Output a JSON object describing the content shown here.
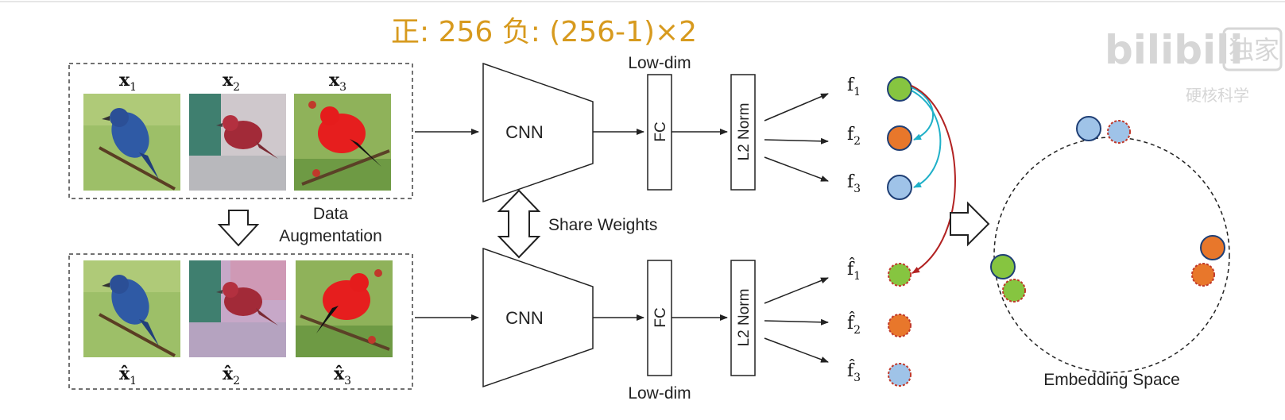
{
  "annotation": {
    "handwritten_note": "正: 256    负: (256-1)×2"
  },
  "watermark": {
    "site": "bilibili",
    "tag": "独家",
    "sub": "硬核科学"
  },
  "inputs": {
    "top_labels": [
      "x",
      "x",
      "x"
    ],
    "top_subscripts": [
      "1",
      "2",
      "3"
    ],
    "bottom_labels": [
      "x̂",
      "x̂",
      "x̂"
    ],
    "bottom_subscripts": [
      "1",
      "2",
      "3"
    ],
    "augmentation_label_line1": "Data",
    "augmentation_label_line2": "Augmentation"
  },
  "network": {
    "cnn_label": "CNN",
    "fc_label": "FC",
    "norm_label": "L2 Norm",
    "low_dim_top": "Low-dim",
    "low_dim_bottom": "Low-dim",
    "share_weights": "Share Weights"
  },
  "features": {
    "top_labels": [
      "f",
      "f",
      "f"
    ],
    "top_subscripts": [
      "1",
      "2",
      "3"
    ],
    "bottom_labels": [
      "f̂",
      "f̂",
      "f̂"
    ],
    "bottom_subscripts": [
      "1",
      "2",
      "3"
    ],
    "colors": [
      "#86c540",
      "#e8772b",
      "#9fc3e8"
    ]
  },
  "embedding": {
    "label": "Embedding Space"
  },
  "colors": {
    "line": "#222222",
    "positive_arrow": "#1fb0c8",
    "negative_arrow": "#b22222",
    "dashed_outline": "#c0392b"
  }
}
